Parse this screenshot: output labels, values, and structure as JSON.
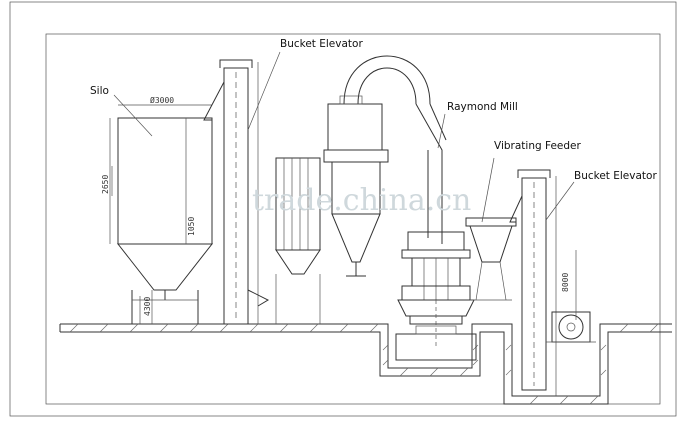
{
  "labels": {
    "bucket_elevator_top": "Bucket Elevator",
    "silo": "Silo",
    "raymond_mill": "Raymond Mill",
    "vibrating_feeder": "Vibrating Feeder",
    "bucket_elevator_right": "Bucket Elevator"
  },
  "dimensions": {
    "silo_diameter": "Ø3000",
    "height_1050": "1050",
    "height_4300": "4300",
    "height_8000": "8000",
    "height_2650": "2650"
  },
  "watermark": "trade.china.cn"
}
